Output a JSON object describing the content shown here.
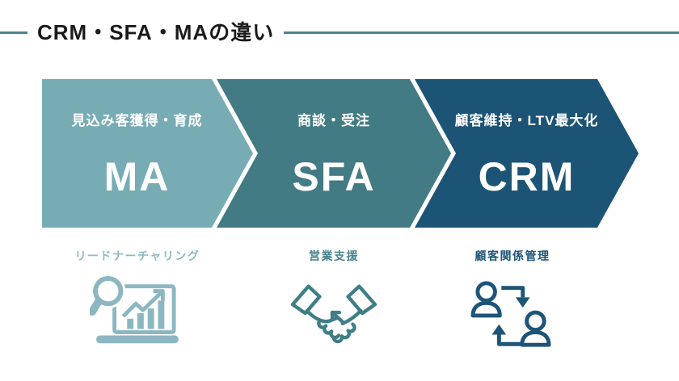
{
  "header": {
    "title": "CRM・SFA・MAの違い"
  },
  "flow": {
    "steps": [
      {
        "tag": "見込み客獲得・育成",
        "name": "MA",
        "color": "#77acb5"
      },
      {
        "tag": "商談・受注",
        "name": "SFA",
        "color": "#427b83"
      },
      {
        "tag": "顧客維持・LTV最大化",
        "name": "CRM",
        "color": "#1c5476"
      }
    ]
  },
  "functions": [
    {
      "label": "リードナーチャリング",
      "icon": "magnifier-chart-icon",
      "color": "#8fb9c3"
    },
    {
      "label": "営業支援",
      "icon": "handshake-icon",
      "color": "#47838c"
    },
    {
      "label": "顧客関係管理",
      "icon": "people-cycle-icon",
      "color": "#1d5578"
    }
  ],
  "colors": {
    "title_text": "#1a1a1a",
    "title_rule": "#4d8290",
    "step_text": "#ffffff",
    "background": "#ffffff"
  }
}
